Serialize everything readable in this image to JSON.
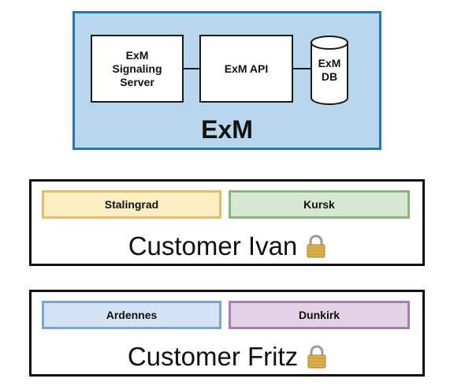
{
  "exm": {
    "title": "ExM",
    "signaling_server": "ExM\nSignaling\nServer",
    "api": "ExM API",
    "db": "ExM\nDB"
  },
  "customers": [
    {
      "name": "Customer Ivan",
      "regions": [
        "Stalingrad",
        "Kursk"
      ],
      "icon": "lock-icon"
    },
    {
      "name": "Customer Fritz",
      "regions": [
        "Ardennes",
        "Dunkirk"
      ],
      "icon": "lock-icon"
    }
  ],
  "colors": {
    "exm_fill": "#b8d7ec",
    "exm_border": "#2979a8",
    "stalingrad": "#fdefc4",
    "kursk": "#d6e8d2",
    "ardennes": "#d4e3f6",
    "dunkirk": "#e3d2e6"
  }
}
